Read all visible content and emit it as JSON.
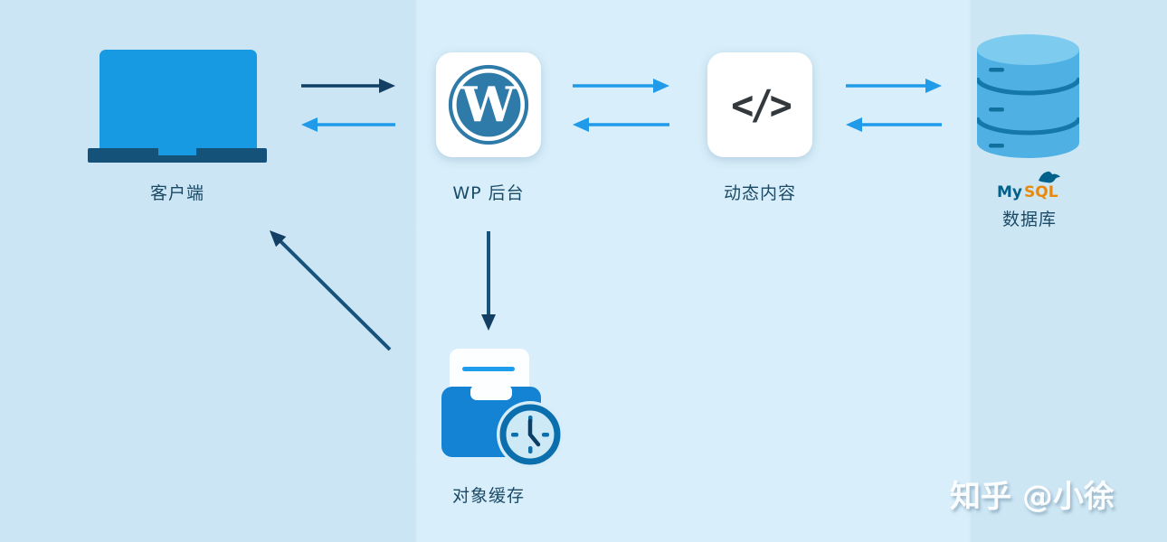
{
  "diagram": {
    "title_hint": "WordPress object-cache architecture flow",
    "watermark": "知乎 @小徐",
    "colors": {
      "background": "#d3eaf7",
      "accent_blue_arrow": "#1f9bea",
      "dark_navy_arrow": "#123f63",
      "wordpress_blue": "#2e7aa8",
      "laptop_screen_blue": "#189ae2",
      "laptop_base_navy": "#14527a",
      "folder_blue": "#1583d3",
      "database_blue": "#4fb0e4",
      "mysql_navy": "#00618a",
      "mysql_orange": "#e8890c",
      "label_text": "#1b4a66"
    },
    "nodes": {
      "client": {
        "label": "客户端",
        "icon": "laptop-icon"
      },
      "wp": {
        "label": "WP 后台",
        "icon": "wordpress-icon",
        "glyph": "W"
      },
      "dynamic": {
        "label": "动态内容",
        "icon": "code-icon",
        "glyph": "</>"
      },
      "mysql": {
        "label": "数据库",
        "icon": "mysql-database-icon",
        "brand_my": "My",
        "brand_sql": "SQL"
      },
      "cache": {
        "label": "对象缓存",
        "icon": "object-cache-icon"
      }
    },
    "edges": [
      {
        "from": "client",
        "to": "wp",
        "style": "dark"
      },
      {
        "from": "wp",
        "to": "client",
        "style": "blue"
      },
      {
        "from": "wp",
        "to": "dynamic",
        "style": "blue"
      },
      {
        "from": "dynamic",
        "to": "wp",
        "style": "blue"
      },
      {
        "from": "dynamic",
        "to": "mysql",
        "style": "blue"
      },
      {
        "from": "mysql",
        "to": "dynamic",
        "style": "blue"
      },
      {
        "from": "wp",
        "to": "cache",
        "style": "dark"
      },
      {
        "from": "cache",
        "to": "client",
        "style": "dark"
      }
    ]
  }
}
